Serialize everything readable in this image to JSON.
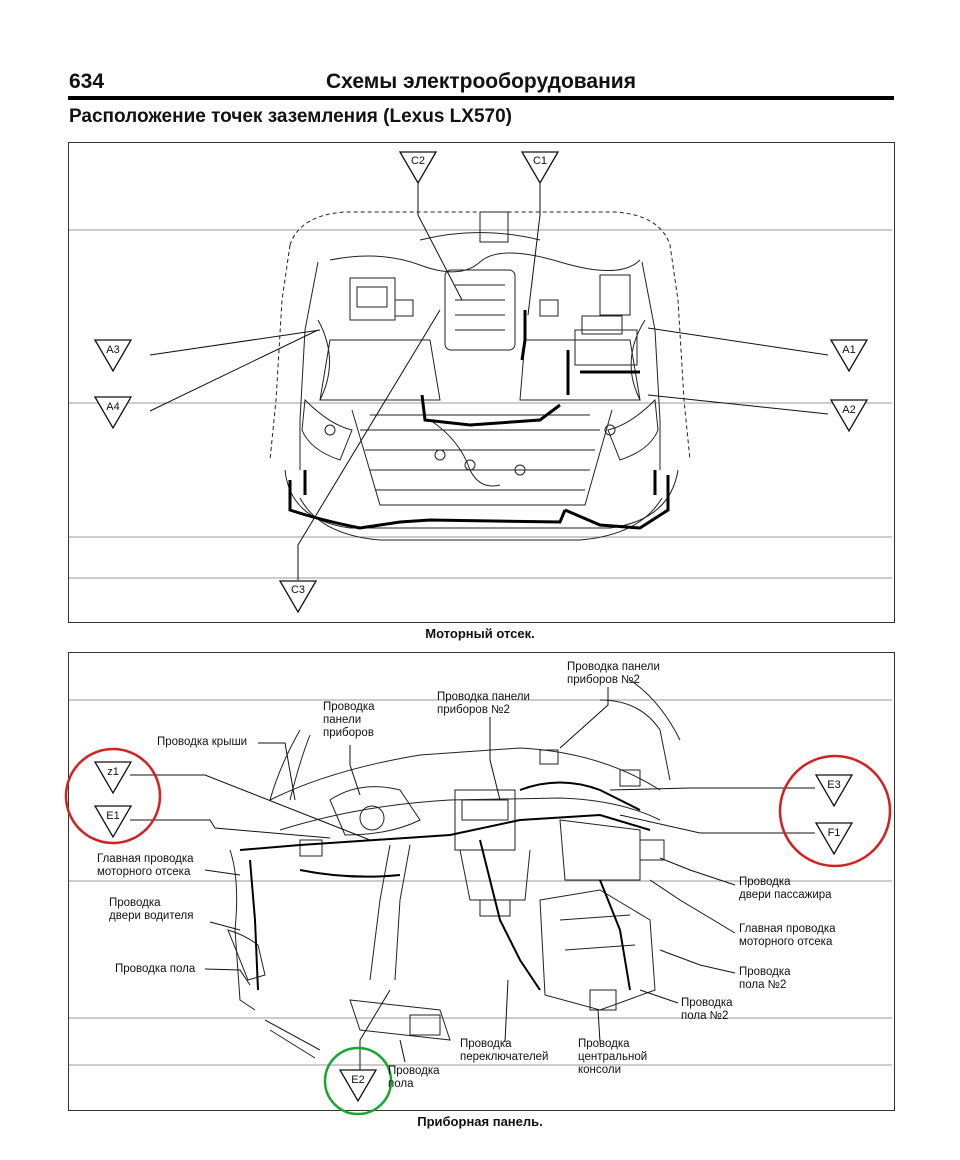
{
  "header": {
    "page_number": "634",
    "section_title": "Схемы электрооборудования"
  },
  "subtitle": "Расположение точек заземления (Lexus LX570)",
  "engine_bay": {
    "caption": "Моторный отсек.",
    "ground_points": {
      "a1": "A1",
      "a2": "A2",
      "a3": "A3",
      "a4": "A4",
      "c1": "C1",
      "c2": "C2",
      "c3": "C3"
    }
  },
  "dashboard": {
    "caption": "Приборная панель.",
    "ground_points": {
      "z1": "z1",
      "e1": "E1",
      "e2": "E2",
      "e3": "E3",
      "f1": "F1"
    },
    "labels": {
      "roof_wiring": "Проводка крыши",
      "ip_wiring_1": "Проводка",
      "ip_wiring_2": "панели",
      "ip_wiring_3": "приборов",
      "ip2_center_1": "Проводка панели",
      "ip2_center_2": "приборов №2",
      "ip2_right_1": "Проводка панели",
      "ip2_right_2": "приборов №2",
      "main_engine_left_1": "Главная проводка",
      "main_engine_left_2": "моторного отсека",
      "driver_door_1": "Проводка",
      "driver_door_2": "двери водителя",
      "floor_left": "Проводка пола",
      "floor_bottom_1": "Проводка",
      "floor_bottom_2": "пола",
      "switch_wiring_1": "Проводка",
      "switch_wiring_2": "переключателей",
      "console_wiring_1": "Проводка",
      "console_wiring_2": "центральной",
      "console_wiring_3": "консоли",
      "floor2_mid_1": "Проводка",
      "floor2_mid_2": "пола №2",
      "floor2_right_1": "Проводка",
      "floor2_right_2": "пола №2",
      "main_engine_right_1": "Главная проводка",
      "main_engine_right_2": "моторного отсека",
      "passenger_door_1": "Проводка",
      "passenger_door_2": "двери пассажира"
    }
  },
  "colors": {
    "highlight_red": "#d42020",
    "highlight_green": "#1aa52e"
  }
}
